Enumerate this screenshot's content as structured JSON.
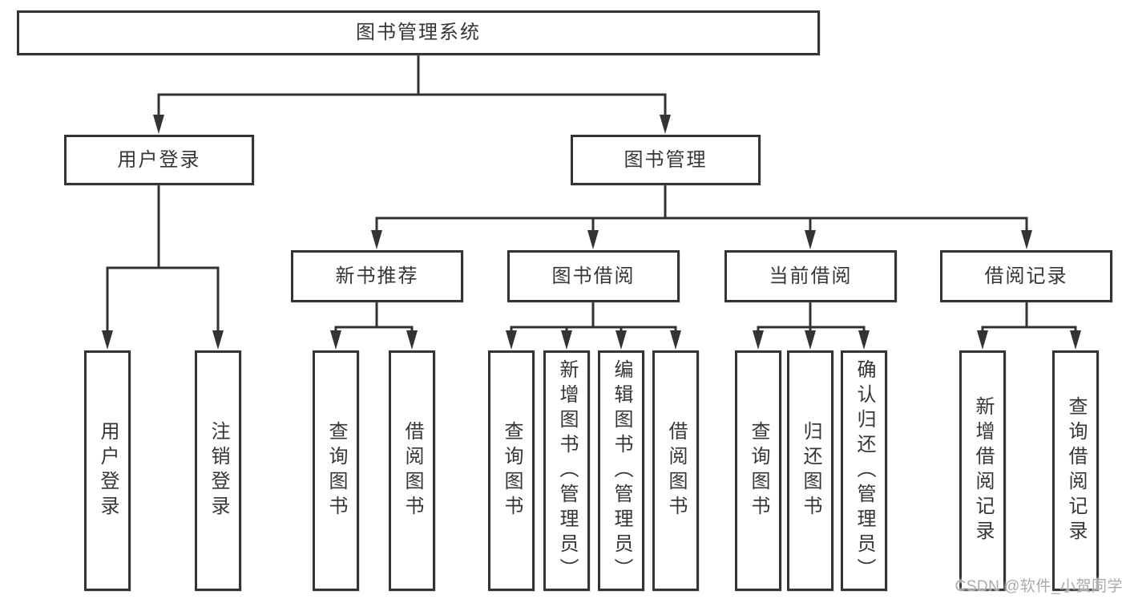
{
  "tree": {
    "root": {
      "label": "图书管理系统"
    },
    "branches": [
      {
        "label": "用户登录",
        "leaves": [
          {
            "label": "用户登录"
          },
          {
            "label": "注销登录"
          }
        ]
      },
      {
        "label": "图书管理",
        "groups": [
          {
            "label": "新书推荐",
            "leaves": [
              {
                "label": "查询图书"
              },
              {
                "label": "借阅图书"
              }
            ]
          },
          {
            "label": "图书借阅",
            "leaves": [
              {
                "label": "查询图书"
              },
              {
                "label": "新增图书（管理员）"
              },
              {
                "label": "编辑图书（管理员）"
              },
              {
                "label": "借阅图书"
              }
            ]
          },
          {
            "label": "当前借阅",
            "leaves": [
              {
                "label": "查询图书"
              },
              {
                "label": "归还图书"
              },
              {
                "label": "确认归还（管理员）"
              }
            ]
          },
          {
            "label": "借阅记录",
            "leaves": [
              {
                "label": "新增借阅记录"
              },
              {
                "label": "查询借阅记录"
              }
            ]
          }
        ]
      }
    ]
  },
  "watermark": {
    "text": "CSDN @软件_小贺同学"
  },
  "colors": {
    "line": "#333333",
    "box_border": "#343434",
    "box_background": "#ffffff",
    "text": "#353638",
    "watermark_text": "#a9abad"
  }
}
